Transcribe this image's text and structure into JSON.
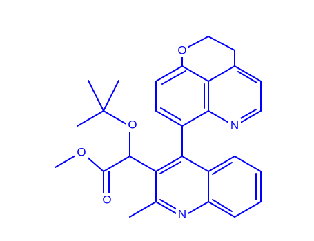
{
  "figure": {
    "type": "chemical-structure",
    "colors": {
      "bond": "#0000ff",
      "label": "#0000ff",
      "background": "#ffffff"
    },
    "atoms": [
      {
        "id": "O_ring",
        "label": "O"
      },
      {
        "id": "N_ring",
        "label": "N"
      },
      {
        "id": "O_tBu",
        "label": "O"
      },
      {
        "id": "O_ester",
        "label": "O"
      },
      {
        "id": "O_carbonyl",
        "label": "O"
      },
      {
        "id": "N_quin",
        "label": "N"
      }
    ]
  }
}
